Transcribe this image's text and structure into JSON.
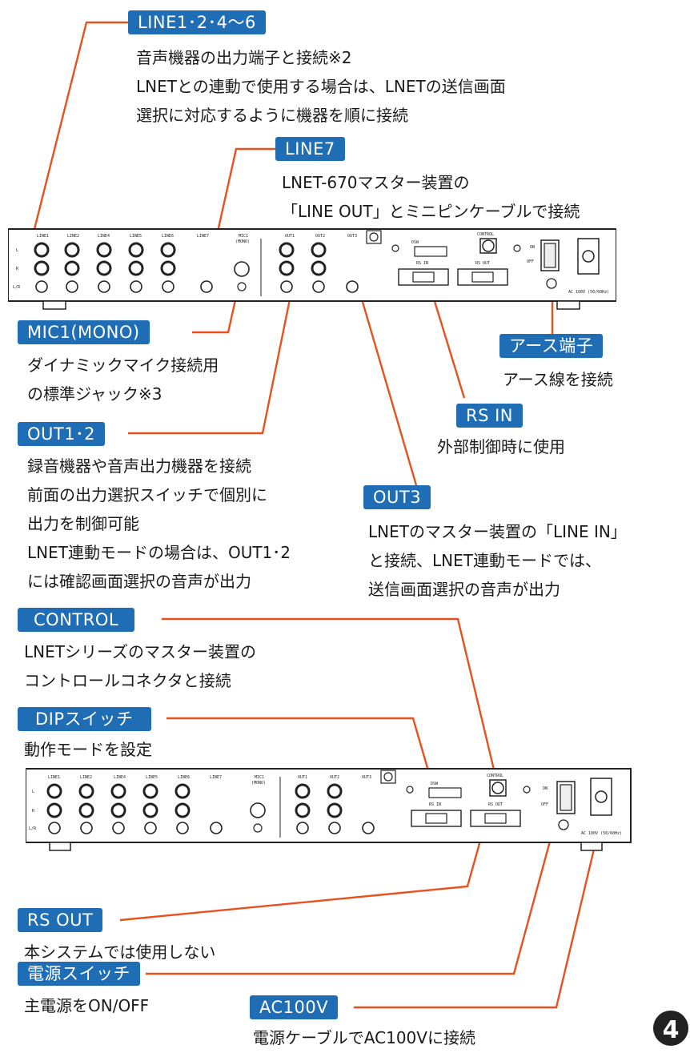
{
  "callouts": {
    "line1_6": {
      "label": "LINE1･2･4～6",
      "desc": [
        "音声機器の出力端子と接続※2",
        "LNETとの連動で使用する場合は、LNETの送信画面",
        "選択に対応するように機器を順に接続"
      ]
    },
    "line7": {
      "label": "LINE7",
      "desc": [
        "LNET-670マスター装置の",
        "「LINE OUT」とミニピンケーブルで接続"
      ]
    },
    "mic1": {
      "label": "MIC1(MONO)",
      "desc": [
        "ダイナミックマイク接続用",
        "の標準ジャック※3"
      ]
    },
    "earth": {
      "label": "アース端子",
      "desc": [
        "アース線を接続"
      ]
    },
    "rs_in": {
      "label": "RS IN",
      "desc": [
        "外部制御時に使用"
      ]
    },
    "out12": {
      "label": "OUT1･2",
      "desc": [
        "録音機器や音声出力機器を接続",
        "前面の出力選択スイッチで個別に",
        "出力を制御可能",
        "LNET連動モードの場合は、OUT1･2",
        "には確認画面選択の音声が出力"
      ]
    },
    "out3": {
      "label": "OUT3",
      "desc": [
        "LNETのマスター装置の「LINE IN」",
        "と接続、LNET連動モードでは、",
        "送信画面選択の音声が出力"
      ]
    },
    "control": {
      "label": "CONTROL",
      "desc": [
        "LNETシリーズのマスター装置の",
        "コントロールコネクタと接続"
      ]
    },
    "dip": {
      "label": "DIPスイッチ",
      "desc": [
        "動作モードを設定"
      ]
    },
    "rs_out": {
      "label": "RS OUT",
      "desc": [
        "本システムでは使用しない"
      ]
    },
    "power": {
      "label": "電源スイッチ",
      "desc": [
        "主電源をON/OFF"
      ]
    },
    "ac100v": {
      "label": "AC100V",
      "desc": [
        "電源ケーブルでAC100Vに接続"
      ]
    }
  },
  "panel_labels": {
    "line_inputs": [
      "LINE1",
      "LINE2",
      "LINE4",
      "LINE5",
      "LINE6"
    ],
    "line7": "LINE7",
    "mic": "MIC1",
    "mono": "(MONO)",
    "outs": [
      "OUT1",
      "OUT2"
    ],
    "out3": "OUT3",
    "row_l": "L",
    "row_r": "R",
    "row_lr": "L/R",
    "dsw": "DSW",
    "control": "CONTROL",
    "rs_in": "RS IN",
    "rs_out": "RS OUT",
    "on": "ON",
    "off": "OFF",
    "ac": "AC 100V (50/60Hz)"
  },
  "colors": {
    "label_bg": "#1f6db5",
    "leader_line": "#e8501e",
    "text": "#1a1a1a"
  },
  "page_number": "4"
}
